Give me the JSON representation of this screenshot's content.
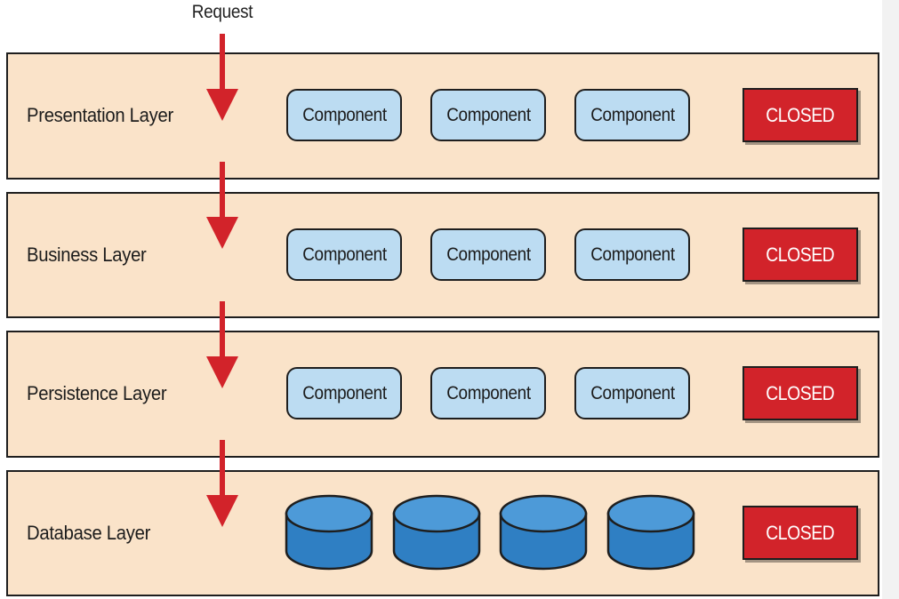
{
  "request_label": "Request",
  "colors": {
    "layer_fill": "#fae3c9",
    "component_fill": "#bcdcf2",
    "closed_fill": "#d2232a",
    "arrow": "#d2232a",
    "database_fill": "#3d8fd1"
  },
  "layers": [
    {
      "label": "Presentation Layer",
      "components": [
        "Component",
        "Component",
        "Component"
      ],
      "status": "CLOSED"
    },
    {
      "label": "Business Layer",
      "components": [
        "Component",
        "Component",
        "Component"
      ],
      "status": "CLOSED"
    },
    {
      "label": "Persistence Layer",
      "components": [
        "Component",
        "Component",
        "Component"
      ],
      "status": "CLOSED"
    },
    {
      "label": "Database Layer",
      "databases": 4,
      "status": "CLOSED"
    }
  ]
}
